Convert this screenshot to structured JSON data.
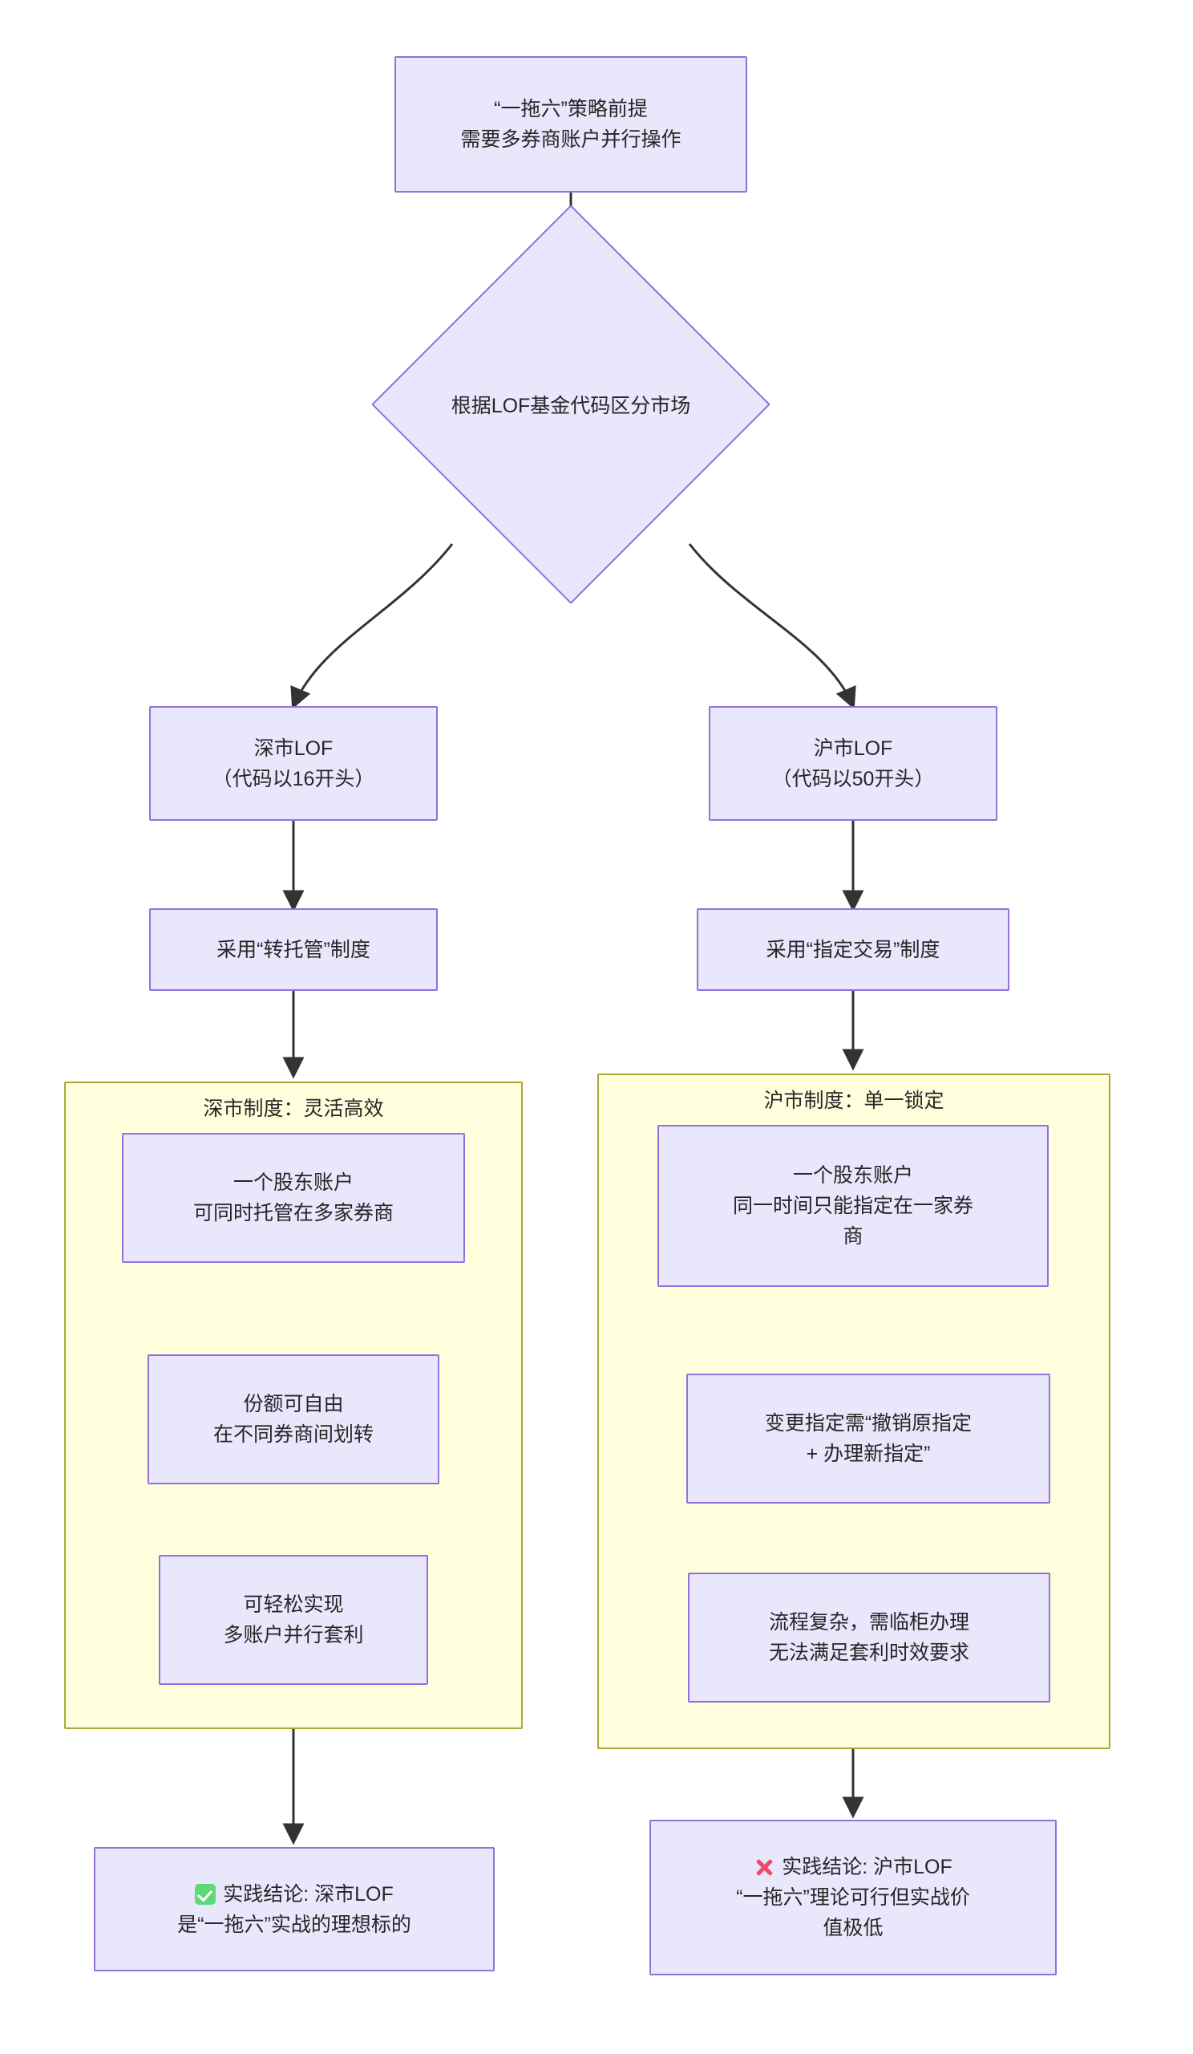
{
  "diagram": {
    "type": "flowchart",
    "direction": "top-down",
    "theme": {
      "node_fill": "#e9e7fb",
      "node_stroke": "#9370db",
      "cluster_fill": "#ffffdd",
      "cluster_stroke": "#aaaa33",
      "edge_color": "#333333",
      "text_color": "#262626",
      "background": "#ffffff",
      "ok_color": "#5fd978",
      "fail_color": "#f4476b"
    },
    "start": {
      "id": "start",
      "shape": "rect",
      "line1": "“一拖六”策略前提",
      "line2": "需要多券商账户并行操作"
    },
    "decision": {
      "id": "split",
      "shape": "diamond",
      "label": "根据LOF基金代码区分市场"
    },
    "branches": [
      {
        "id": "sz",
        "shape": "rect",
        "line1": "深市LOF",
        "line2": "（代码以16开头）"
      },
      {
        "id": "sh",
        "shape": "rect",
        "line1": "沪市LOF",
        "line2": "（代码以50开头）"
      }
    ],
    "systems": [
      {
        "id": "sz-system",
        "shape": "rect",
        "label": "采用“转托管”制度"
      },
      {
        "id": "sh-system",
        "shape": "rect",
        "label": "采用“指定交易”制度"
      }
    ],
    "clusters": [
      {
        "id": "cluster-sz",
        "title": "深市制度：灵活高效",
        "items": [
          {
            "id": "sz-1",
            "line1": "一个股东账户",
            "line2": "可同时托管在多家券商"
          },
          {
            "id": "sz-2",
            "line1": "份额可自由",
            "line2": "在不同券商间划转"
          },
          {
            "id": "sz-3",
            "line1": "可轻松实现",
            "line2": "多账户并行套利"
          }
        ]
      },
      {
        "id": "cluster-sh",
        "title": "沪市制度：单一锁定",
        "items": [
          {
            "id": "sh-1",
            "line1": "一个股东账户",
            "line2": "同一时间只能指定在一家券",
            "line3": "商"
          },
          {
            "id": "sh-2",
            "line1": "变更指定需“撤销原指定",
            "line2": "+ 办理新指定”"
          },
          {
            "id": "sh-3",
            "line1": "流程复杂，需临柜办理",
            "line2": "无法满足套利时效要求"
          }
        ]
      }
    ],
    "conclusions": [
      {
        "id": "conclusion-sz",
        "icon": "check-mark-emoji",
        "line1": "实践结论: 深市LOF",
        "line2": "是“一拖六”实战的理想标的"
      },
      {
        "id": "conclusion-sh",
        "icon": "cross-mark-emoji",
        "line1": "实践结论: 沪市LOF",
        "line2": "“一拖六”理论可行但实战价",
        "line3": "值极低"
      }
    ],
    "edges": [
      {
        "from": "start",
        "to": "split",
        "style": "arrow"
      },
      {
        "from": "split",
        "to": "sz",
        "style": "arrow-curved"
      },
      {
        "from": "split",
        "to": "sh",
        "style": "arrow-curved"
      },
      {
        "from": "sz",
        "to": "sz-system",
        "style": "arrow"
      },
      {
        "from": "sh",
        "to": "sh-system",
        "style": "arrow"
      },
      {
        "from": "sz-system",
        "to": "cluster-sz",
        "style": "arrow"
      },
      {
        "from": "sh-system",
        "to": "cluster-sh",
        "style": "arrow"
      },
      {
        "from": "cluster-sz",
        "to": "conclusion-sz",
        "style": "arrow"
      },
      {
        "from": "cluster-sh",
        "to": "conclusion-sh",
        "style": "arrow"
      }
    ]
  }
}
